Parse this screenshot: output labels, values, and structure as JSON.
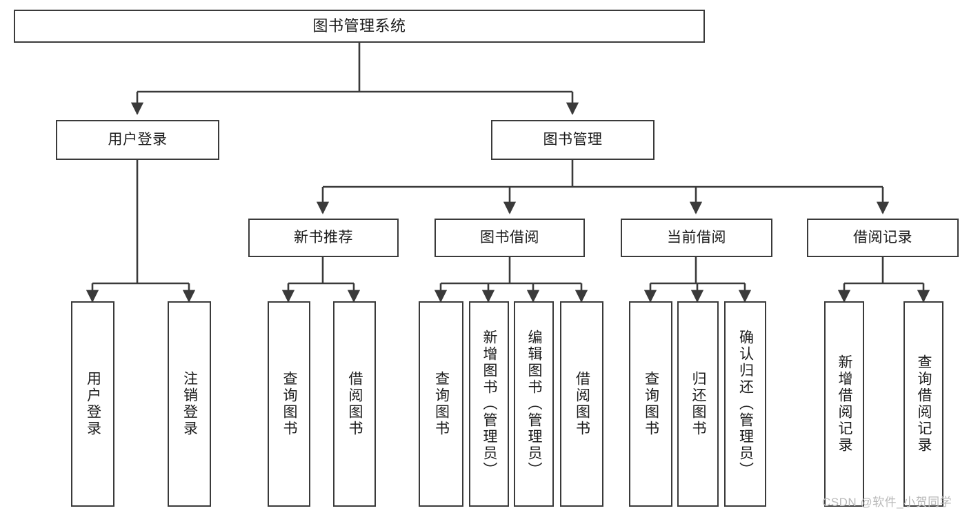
{
  "diagram": {
    "title": "图书管理系统",
    "watermark": "CSDN @软件_小贺同学",
    "stroke_color": "#3a3a3a",
    "text_color": "#1b1b1b",
    "background": "#ffffff"
  },
  "nodes": {
    "root": {
      "label": "图书管理系统"
    },
    "level2": [
      {
        "label": "用户登录"
      },
      {
        "label": "图书管理"
      }
    ],
    "level3": [
      {
        "label": "新书推荐"
      },
      {
        "label": "图书借阅"
      },
      {
        "label": "当前借阅"
      },
      {
        "label": "借阅记录"
      }
    ],
    "leaves": {
      "user_login": [
        {
          "label": "用户登录"
        },
        {
          "label": "注销登录"
        }
      ],
      "new_book_recommend": [
        {
          "label": "查询图书"
        },
        {
          "label": "借阅图书"
        }
      ],
      "book_borrow": [
        {
          "label": "查询图书"
        },
        {
          "label": "新增图书（管理员）"
        },
        {
          "label": "编辑图书（管理员）"
        },
        {
          "label": "借阅图书"
        }
      ],
      "current_borrow": [
        {
          "label": "查询图书"
        },
        {
          "label": "归还图书"
        },
        {
          "label": "确认归还（管理员）"
        }
      ],
      "borrow_record": [
        {
          "label": "新增借阅记录"
        },
        {
          "label": "查询借阅记录"
        }
      ]
    }
  }
}
